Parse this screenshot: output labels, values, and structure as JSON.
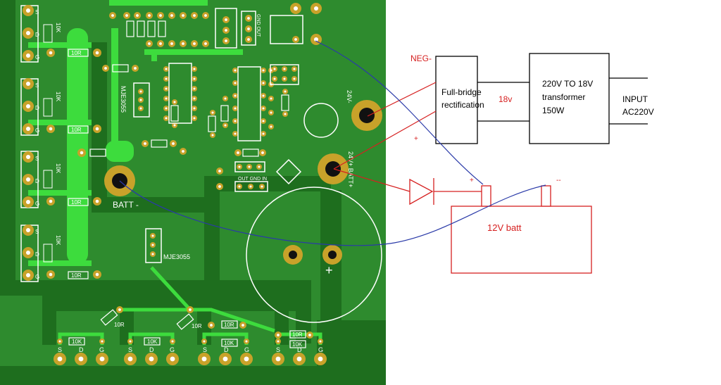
{
  "pcb": {
    "label_batt_neg": "BATT -",
    "label_24v_neg": "24V-",
    "label_24v_pos": "24V+ BATT+",
    "label_q_top": "MJE3055",
    "label_q_bottom": "MJE3055",
    "label_gnd_out": "GND OUT",
    "label_conn": "OUT GND IN",
    "res_10r": "10R",
    "res_10k": "10K",
    "pin_s": "S",
    "pin_d": "D",
    "pin_g": "G",
    "plus_mark": "+"
  },
  "schematic": {
    "neg_label": "NEG-",
    "rectifier_label_1": "Full-bridge",
    "rectifier_label_2": "rectification",
    "volt_18": "18v",
    "transformer_1": "220V TO 18V",
    "transformer_2": "transformer",
    "transformer_3": "150W",
    "input_1": "INPUT",
    "input_2": "AC220V",
    "batt_label": "12V batt",
    "batt_plus": "+",
    "batt_minus": "--",
    "wire_plus": "+"
  },
  "colors": {
    "pcb_dark": "#1f7a1f",
    "pcb_bright": "#33cc33",
    "pad": "#c8a22a",
    "annot_red": "#d62020",
    "annot_blue": "#2a3aa8"
  }
}
